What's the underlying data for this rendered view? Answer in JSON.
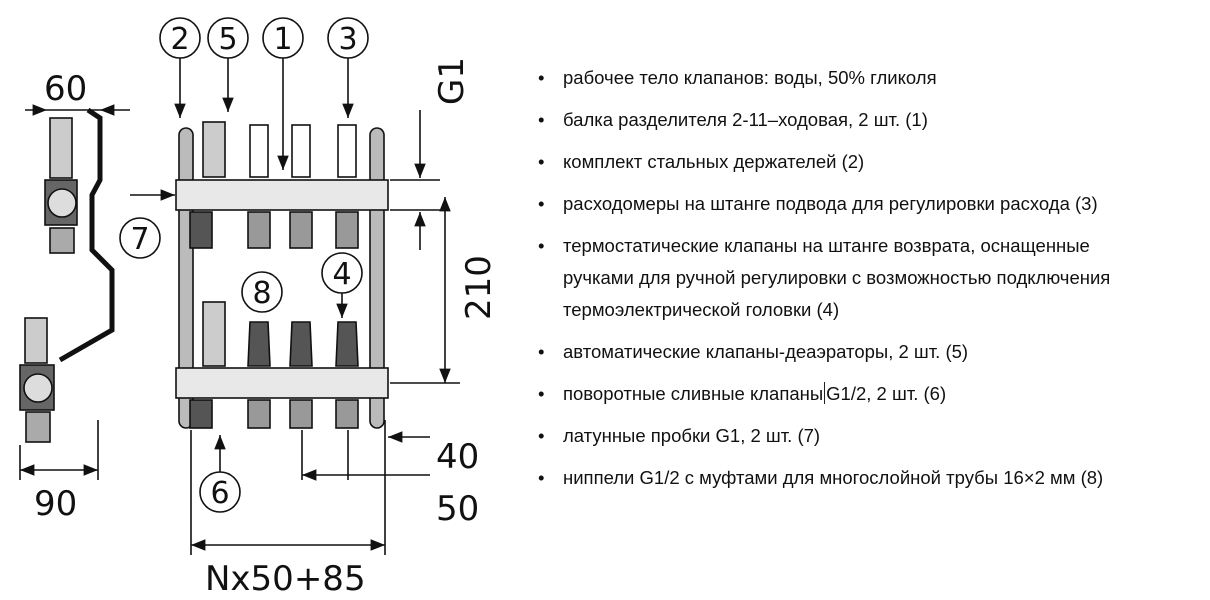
{
  "diagram": {
    "callouts": [
      "1",
      "2",
      "3",
      "4",
      "5",
      "6",
      "7",
      "8"
    ],
    "dimensions": {
      "side_width_top": "60",
      "side_width_bottom": "90",
      "thread": "G1",
      "height": "210",
      "spacing_small": "40",
      "spacing": "50",
      "total_width": "Nx50+85"
    }
  },
  "list": {
    "bullet": "•",
    "items": [
      {
        "lines": [
          "рабочее тело клапанов: воды, 50% гликоля"
        ]
      },
      {
        "lines": [
          "балка разделителя 2-11–ходовая, 2 шт. (1)"
        ]
      },
      {
        "lines": [
          "комплект стальных держателей (2)"
        ]
      },
      {
        "lines": [
          "расходомеры на штанге подвода для регулировки расхода (3)"
        ]
      },
      {
        "lines": [
          "термостатические клапаны на штанге возврата, оснащенные",
          "ручками для ручной регулировки с возможностью подключения",
          "термоэлектрической головки (4)"
        ]
      },
      {
        "lines": [
          "автоматические клапаны-деаэраторы, 2 шт. (5)"
        ]
      },
      {
        "lines": [
          "поворотные сливные клапаны",
          "G1/2, 2 шт. (6)"
        ]
      },
      {
        "lines": [
          "латунные пробки G1, 2 шт. (7)"
        ]
      },
      {
        "lines": [
          "ниппели G1/2 с муфтами для многослойной трубы 16×2 мм (8)"
        ]
      }
    ]
  }
}
